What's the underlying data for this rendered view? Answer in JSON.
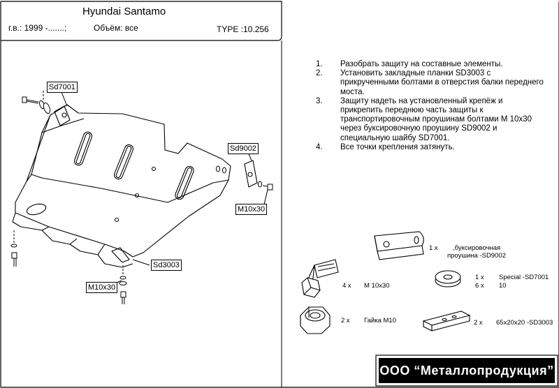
{
  "header": {
    "title": "Hyundai  Santamo",
    "year": "г.в.: 1999 -.......;",
    "volume": "Объём: все",
    "type": "TYPE :10.256"
  },
  "instructions": [
    {
      "num": "1.",
      "text": "Разобрать защиту на составные элементы."
    },
    {
      "num": "2.",
      "text": "Установить закладные планки SD3003 с прикрученными болтами в отверстия балки переднего моста."
    },
    {
      "num": "3.",
      "text": "Защиту надеть на установленный крепёж и прикрепить переднюю часть защиты к транспортировочным проушинам болтами М 10х30 через буксировочную проушину SD9002 и специальную шайбу SD7001."
    },
    {
      "num": "4.",
      "text": "Все точки крепления затянуть."
    }
  ],
  "callouts": {
    "sd7001": "Sd7001",
    "sd9002": "Sd9002",
    "m10x30_right": "M10x30",
    "sd3003": "Sd3003",
    "m10x30_left": "M10x30"
  },
  "parts": {
    "tow_eye": {
      "qty": "1 x",
      "name": ",буксировочная",
      "name2": "проушина -SD9002"
    },
    "special": {
      "qty1": "1 x",
      "name1": "Special -SD7001",
      "qty2": "6 x",
      "name2": "10"
    },
    "bolt": {
      "qty": "4 x",
      "name": "М 10х30"
    },
    "nut": {
      "qty": "2 x",
      "name": "Гайка М10"
    },
    "plate": {
      "qty": "2 x",
      "name": "65x20x20 -SD3003"
    }
  },
  "footer": "ООО “Металлопродукция”"
}
